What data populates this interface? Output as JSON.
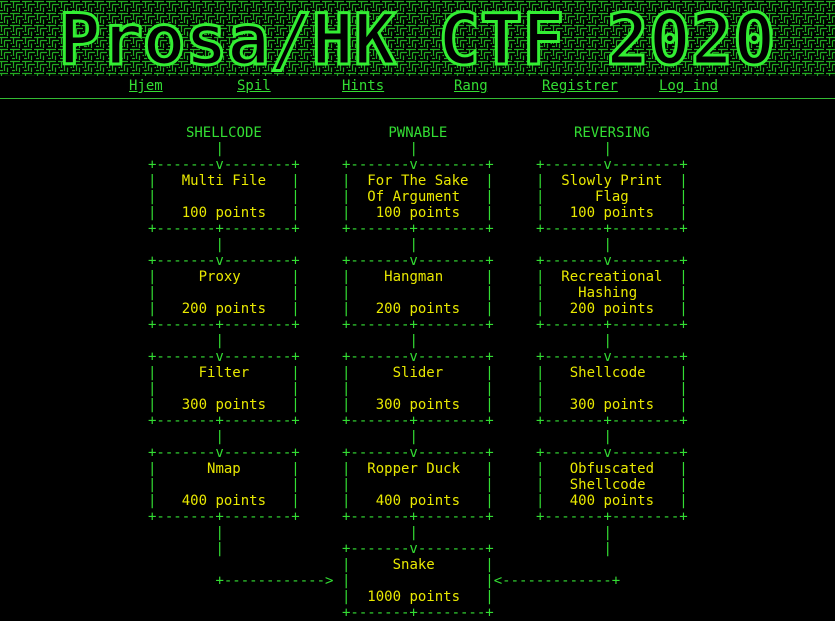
{
  "banner": {
    "title": "Prosa/HK CTF 2020"
  },
  "nav": [
    {
      "label": "Hjem"
    },
    {
      "label": "Spil"
    },
    {
      "label": "Hints"
    },
    {
      "label": "Rang"
    },
    {
      "label": "Registrer"
    },
    {
      "label": "Log ind"
    }
  ],
  "categories": [
    {
      "name": "SHELLCODE",
      "challenges": [
        {
          "lines": [
            "Multi File",
            ""
          ],
          "points": "100 points"
        },
        {
          "lines": [
            "Proxy",
            ""
          ],
          "points": "200 points"
        },
        {
          "lines": [
            "Filter",
            ""
          ],
          "points": "300 points"
        },
        {
          "lines": [
            "Nmap",
            ""
          ],
          "points": "400 points"
        }
      ]
    },
    {
      "name": "PWNABLE",
      "challenges": [
        {
          "lines": [
            "For The Sake",
            "Of Argument"
          ],
          "points": "100 points"
        },
        {
          "lines": [
            "Hangman",
            ""
          ],
          "points": "200 points"
        },
        {
          "lines": [
            "Slider",
            ""
          ],
          "points": "300 points"
        },
        {
          "lines": [
            "Ropper Duck",
            ""
          ],
          "points": "400 points"
        }
      ]
    },
    {
      "name": "REVERSING",
      "challenges": [
        {
          "lines": [
            "Slowly Print",
            "Flag"
          ],
          "points": "100 points"
        },
        {
          "lines": [
            "Recreational",
            "Hashing"
          ],
          "points": "200 points"
        },
        {
          "lines": [
            "Shellcode",
            ""
          ],
          "points": "300 points"
        },
        {
          "lines": [
            "Obfuscated",
            "Shellcode"
          ],
          "points": "400 points"
        }
      ]
    }
  ],
  "final": {
    "lines": [
      "Snake",
      ""
    ],
    "points": "1000 points"
  },
  "colors": {
    "green": "#33dd33",
    "yellow": "#e8e800",
    "background": "#000000"
  }
}
